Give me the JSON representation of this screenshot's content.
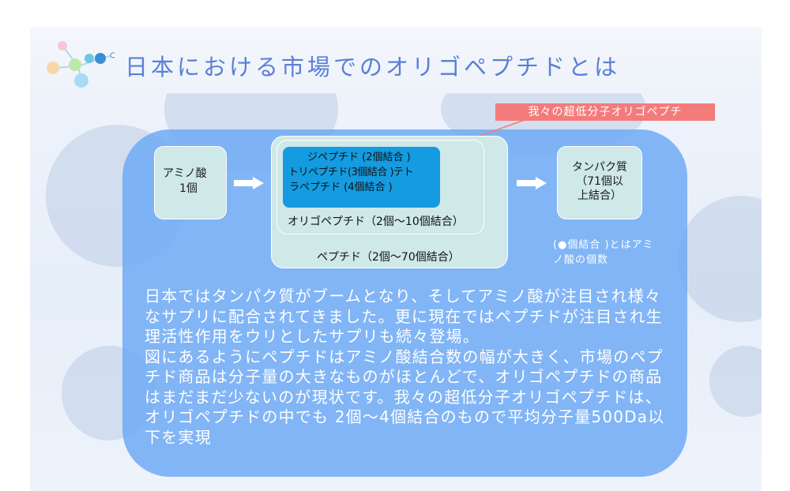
{
  "title": "日本における市場でのオリゴペプチドとは",
  "callout": "我々の超低分子オリゴペプチ",
  "diagram": {
    "amino_line1": "アミノ酸",
    "amino_line2": "1個",
    "protein_line1": "タンパク質",
    "protein_line2": "（71個以",
    "protein_line3": "上結合）",
    "small_line1": "ジペプチド (2個結合 )",
    "small_line2": "トリペプチド(3個結合 )テトラペプチド (4個結合 )",
    "small_line2a": "トリペプチド(3個結合 )テト",
    "small_line3": "ラペプチド (4個結合 )",
    "oligo_label": "オリゴペプチド（2個～10個結合）",
    "peptide_label": "ペプチド（2個～70個結合）",
    "note": "(●個結合 )とはアミノ酸の個数"
  },
  "body": {
    "p1": "日本ではタンパク質がブームとなり、そしてアミノ酸が注目され様々なサプリに配合されてきました。更に現在ではペプチドが注目され生理活性作用をウリとしたサプリも続々登場。",
    "p2": "図にあるようにペプチドはアミノ酸結合数の幅が大きく、市場のペプチド商品は分子量の大きなものがほとんどで、オリゴペプチドの商品はまだまだ少ないのが現状です。我々の超低分子オリゴペプチドは、オリゴペプチドの中でも 2個～4個結合のもので平均分子量500Da以下を実現"
  },
  "colors": {
    "title": "#5a7fd6",
    "panel": "#6eaaf5",
    "callout": "#f47b7b",
    "box": "#cfe8e8",
    "highlight": "#149be0"
  }
}
